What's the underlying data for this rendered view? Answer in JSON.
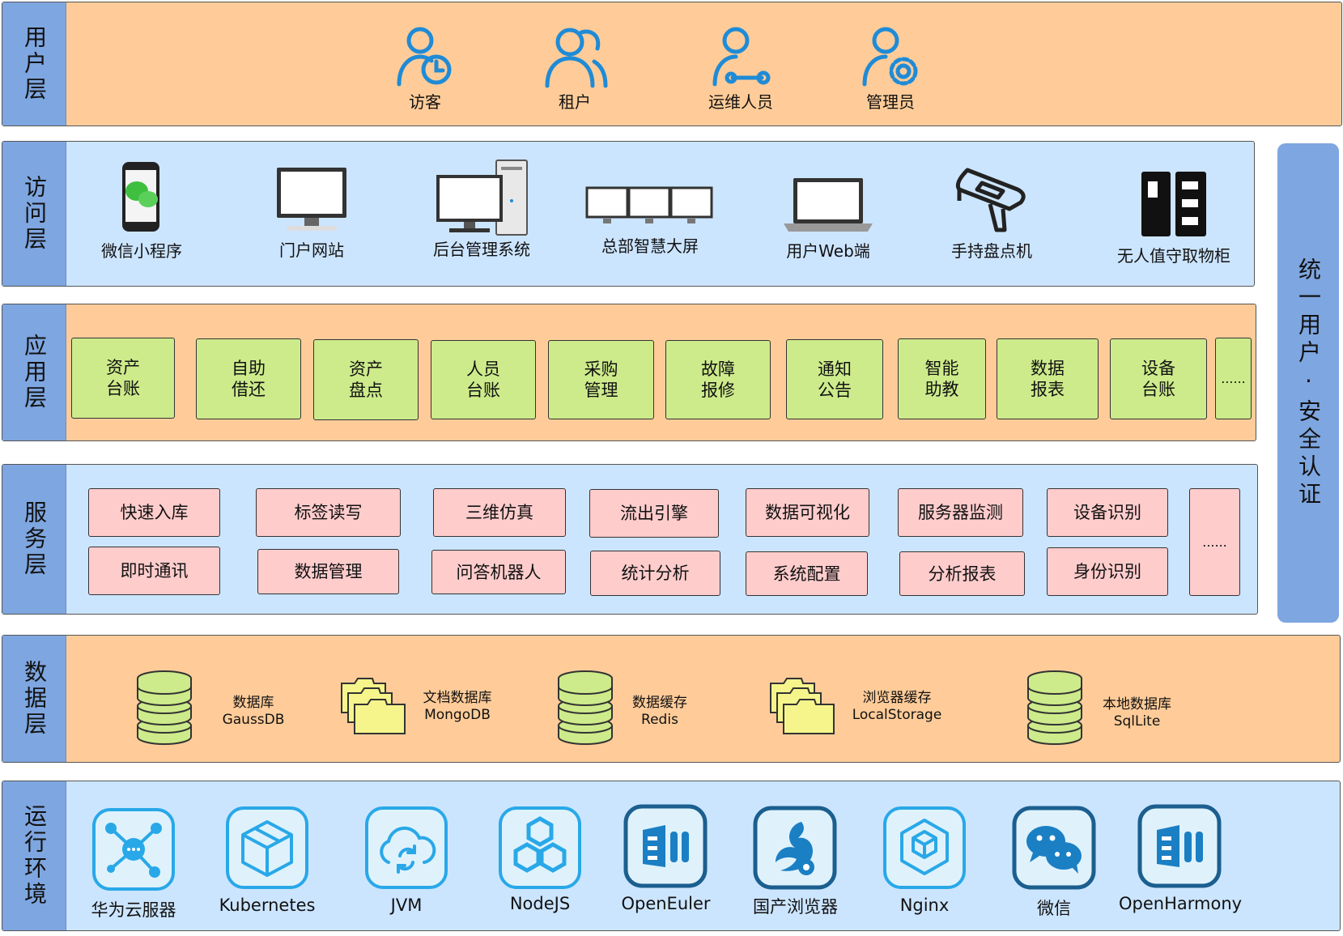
{
  "layers": {
    "user": "用户层",
    "access": "访问层",
    "app": "应用层",
    "service": "服务层",
    "data": "数据层",
    "runtime": "运行环境"
  },
  "users": [
    "访客",
    "租户",
    "运维人员",
    "管理员"
  ],
  "access": [
    "微信小程序",
    "门户网站",
    "后台管理系统",
    "总部智慧大屏",
    "用户Web端",
    "手持盘点机",
    "无人值守取物柜"
  ],
  "apps": [
    [
      "资产",
      "台账"
    ],
    [
      "自助",
      "借还"
    ],
    [
      "资产",
      "盘点"
    ],
    [
      "人员",
      "台账"
    ],
    [
      "采购",
      "管理"
    ],
    [
      "故障",
      "报修"
    ],
    [
      "通知",
      "公告"
    ],
    [
      "智能",
      "助教"
    ],
    [
      "数据",
      "报表"
    ],
    [
      "设备",
      "台账"
    ]
  ],
  "app_more": "......",
  "services_row1": [
    "快速入库",
    "标签读写",
    "三维仿真",
    "流出引擎",
    "数据可视化",
    "服务器监测",
    "设备识别"
  ],
  "services_row2": [
    "即时通讯",
    "数据管理",
    "问答机器人",
    "统计分析",
    "系统配置",
    "分析报表",
    "身份识别"
  ],
  "service_more": "......",
  "databases": [
    {
      "name": "数据库",
      "sub": "GaussDB"
    },
    {
      "name": "文档数据库",
      "sub": "MongoDB"
    },
    {
      "name": "数据缓存",
      "sub": "Redis"
    },
    {
      "name": "浏览器缓存",
      "sub": "LocalStorage"
    },
    {
      "name": "本地数据库",
      "sub": "SqlLite"
    }
  ],
  "runtime": [
    "华为云服器",
    "Kubernetes",
    "JVM",
    "NodeJS",
    "OpenEuler",
    "国产浏览器",
    "Nginx",
    "微信",
    "OpenHarmony"
  ],
  "sidebar": "统一用户·安全认证",
  "colors": {
    "orange_layer": "#ffcc99",
    "blue_layer": "#cce5ff",
    "label_blue": "#7ea6e0",
    "app_green": "#cdeb8b",
    "service_pink": "#ffcccc",
    "icon_blue": "#1f8bd6",
    "runtime_icon": "#29a8e8"
  }
}
